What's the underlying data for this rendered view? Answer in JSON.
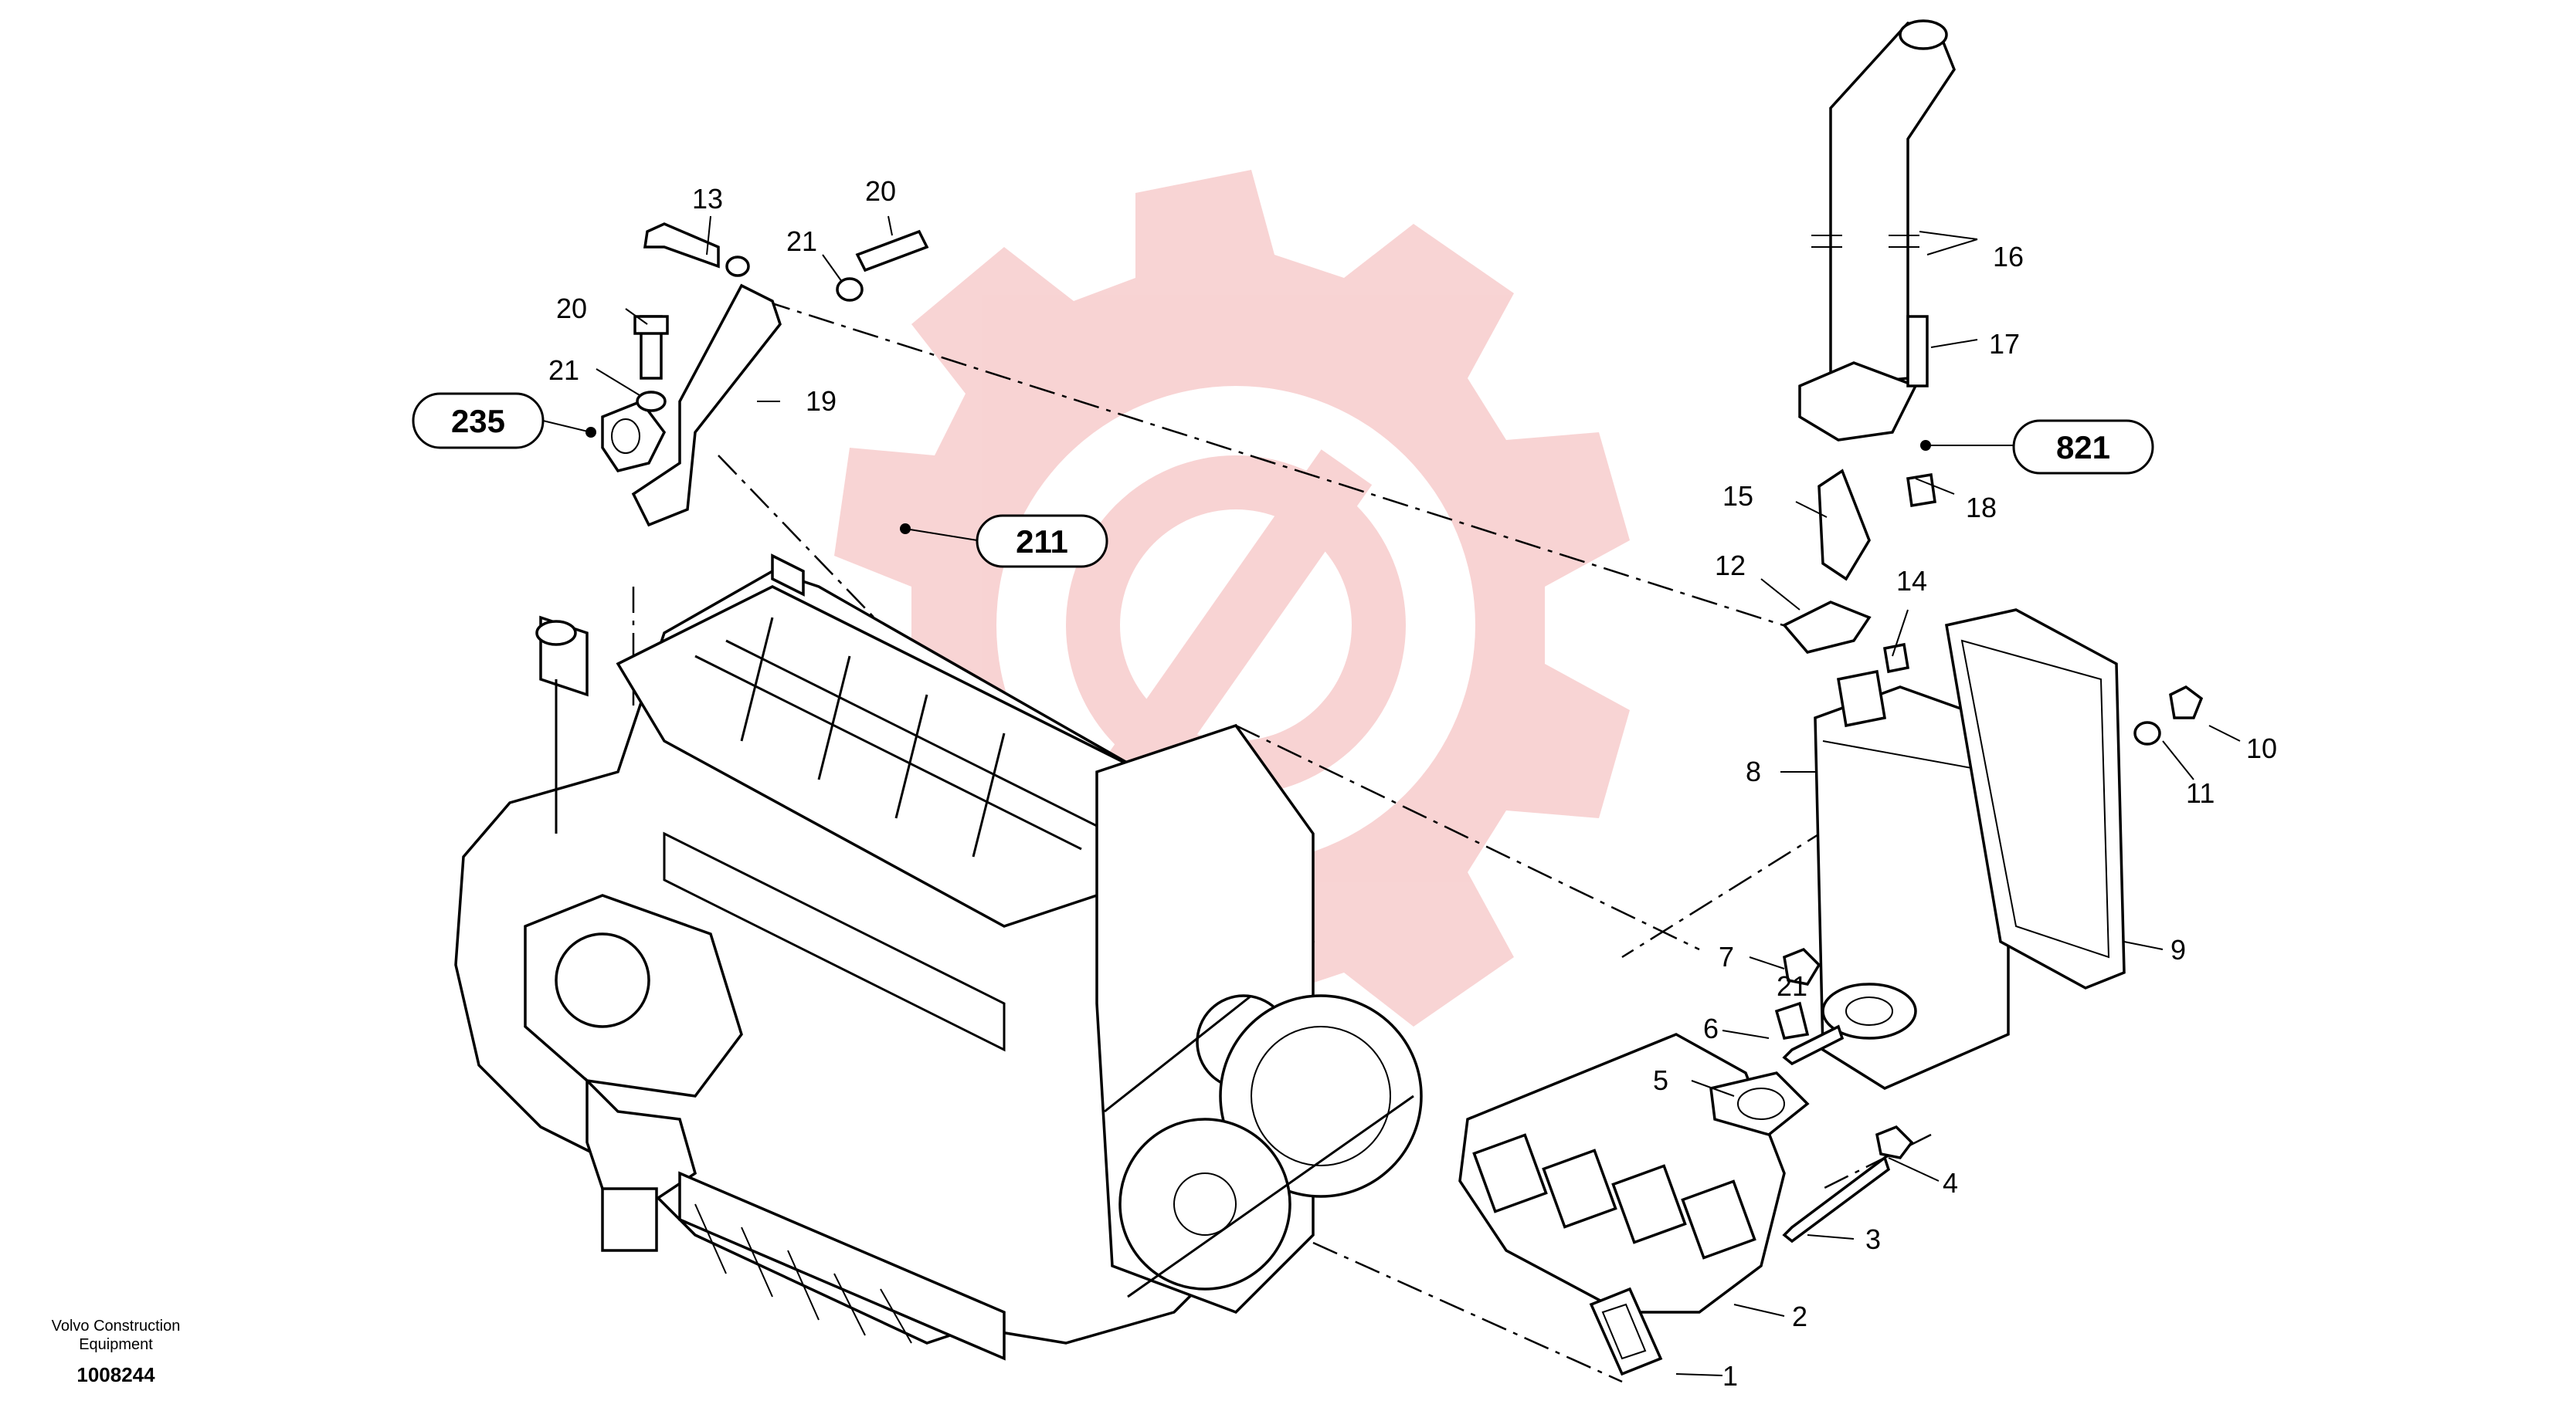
{
  "diagram": {
    "part_labels": [
      "1",
      "2",
      "3",
      "4",
      "5",
      "6",
      "7",
      "8",
      "9",
      "10",
      "11",
      "12",
      "13",
      "14",
      "15",
      "16",
      "17",
      "18",
      "19",
      "20",
      "20",
      "21",
      "21",
      "21"
    ],
    "reference_callouts": [
      "235",
      "211",
      "821"
    ],
    "watermark_text": "",
    "footer": {
      "company_line1": "Volvo Construction",
      "company_line2": "Equipment",
      "drawing_number": "1008244"
    },
    "colors": {
      "line": "#000000",
      "watermark": "#f6c6c6",
      "background": "#ffffff"
    }
  }
}
